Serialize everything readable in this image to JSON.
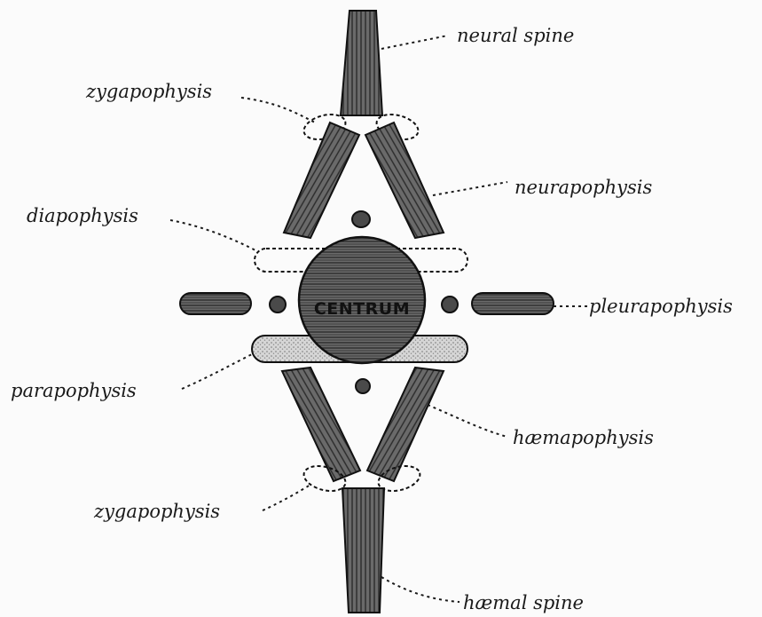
{
  "diagram": {
    "center_label": "CENTRUM",
    "labels": {
      "neural_spine": "neural spine",
      "zygapophysis_upper": "zygapophysis",
      "neurapophysis": "neurapophysis",
      "diapophysis": "diapophysis",
      "pleurapophysis": "pleurapophysis",
      "parapophysis": "parapophysis",
      "haemapophysis": "hæmapophysis",
      "zygapophysis_lower": "zygapophysis",
      "haemal_spine": "hæmal spine"
    }
  }
}
